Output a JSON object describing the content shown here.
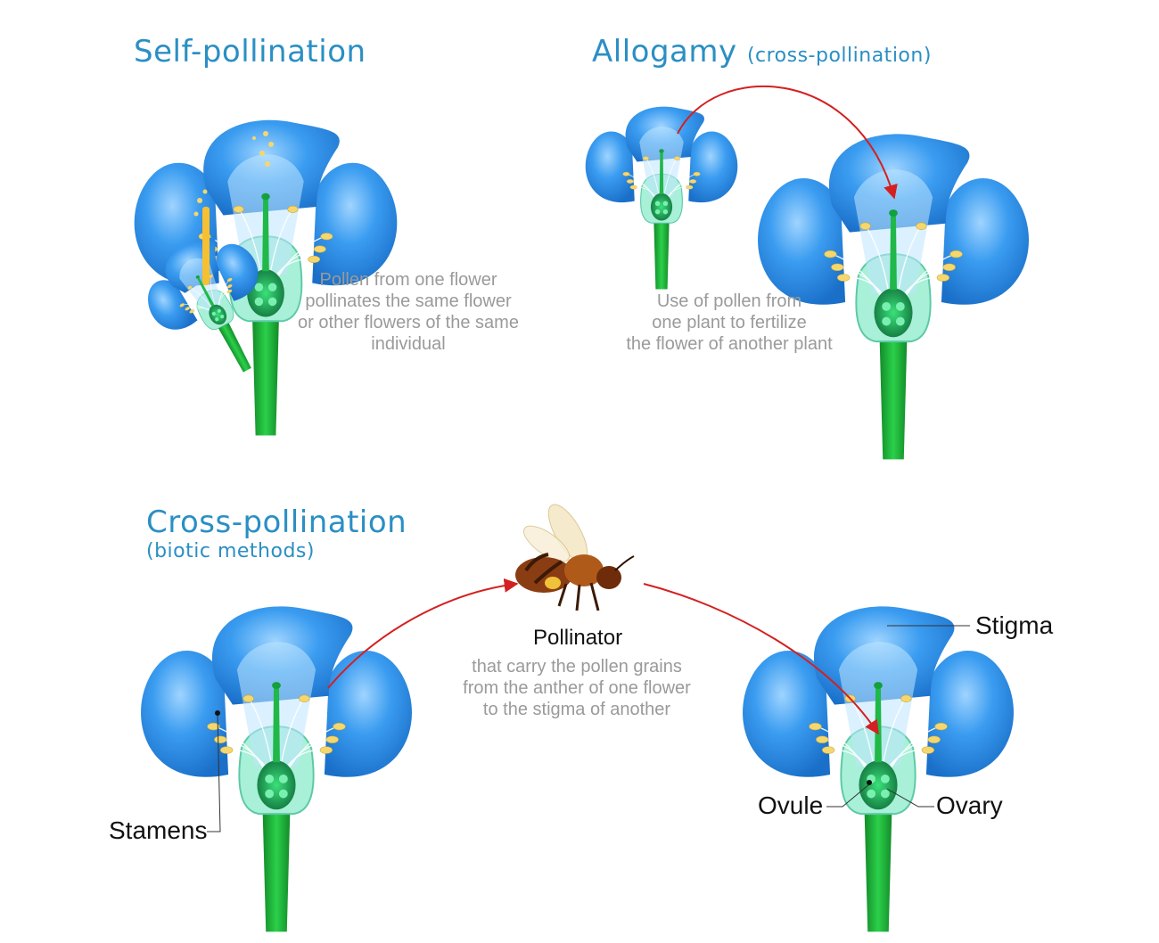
{
  "self_pollination": {
    "title": "Self-pollination",
    "description": [
      "Pollen from one flower",
      "pollinates the same flower",
      "or other flowers of the same",
      "individual"
    ]
  },
  "allogamy": {
    "title": "Allogamy",
    "subtitle": "(cross-pollination)",
    "description": [
      "Use of pollen from",
      "one plant to fertilize",
      "the flower of another plant"
    ]
  },
  "cross_pollination": {
    "title": "Cross-pollination",
    "subtitle": "(biotic methods)",
    "pollinator_label": "Pollinator",
    "pollinator_description": [
      "that carry the pollen grains",
      "from the anther of one flower",
      "to the stigma of another"
    ]
  },
  "labels": {
    "stamens": "Stamens",
    "stigma": "Stigma",
    "ovule": "Ovule",
    "ovary": "Ovary"
  },
  "colors": {
    "title_blue": "#2a8fc4",
    "petal_blue": "#2f8fe0",
    "stem_green": "#1fb33a",
    "arrow_red": "#d42020",
    "pollen_yellow": "#f5d76e",
    "description_gray": "#9a9a9a"
  }
}
